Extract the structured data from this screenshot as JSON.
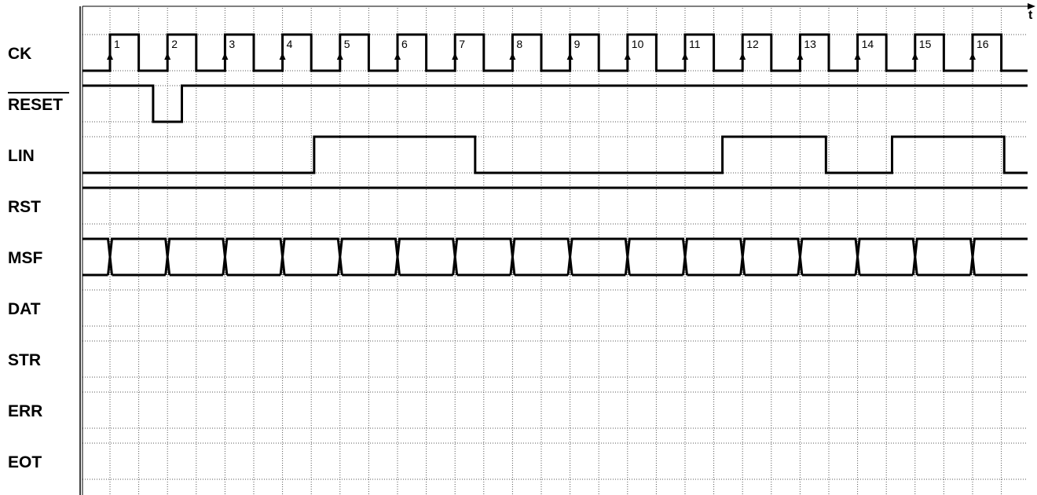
{
  "axis": {
    "time_label": "t"
  },
  "signals": [
    {
      "name": "CK",
      "overline": false,
      "type": "clock"
    },
    {
      "name": "RESET",
      "overline": true,
      "type": "digital",
      "initial": 1,
      "transitions": [
        {
          "t": 1.75,
          "v": 0
        },
        {
          "t": 2.25,
          "v": 1
        }
      ]
    },
    {
      "name": "LIN",
      "overline": false,
      "type": "digital",
      "initial": 0,
      "transitions": [
        {
          "t": 4.55,
          "v": 1
        },
        {
          "t": 7.35,
          "v": 0
        },
        {
          "t": 11.65,
          "v": 1
        },
        {
          "t": 13.45,
          "v": 0
        },
        {
          "t": 14.6,
          "v": 1
        },
        {
          "t": 16.55,
          "v": 0
        }
      ]
    },
    {
      "name": "RST",
      "overline": false,
      "type": "digital",
      "initial": 1,
      "transitions": []
    },
    {
      "name": "MSF",
      "overline": false,
      "type": "bus",
      "changes_at_clock_edges": true
    },
    {
      "name": "DAT",
      "overline": false,
      "type": "empty"
    },
    {
      "name": "STR",
      "overline": false,
      "type": "empty"
    },
    {
      "name": "ERR",
      "overline": false,
      "type": "empty"
    },
    {
      "name": "EOT",
      "overline": false,
      "type": "empty"
    }
  ],
  "clock": {
    "cycles": 16,
    "edge_labels": [
      "1",
      "2",
      "3",
      "4",
      "5",
      "6",
      "7",
      "8",
      "9",
      "10",
      "11",
      "12",
      "13",
      "14",
      "15",
      "16"
    ]
  }
}
